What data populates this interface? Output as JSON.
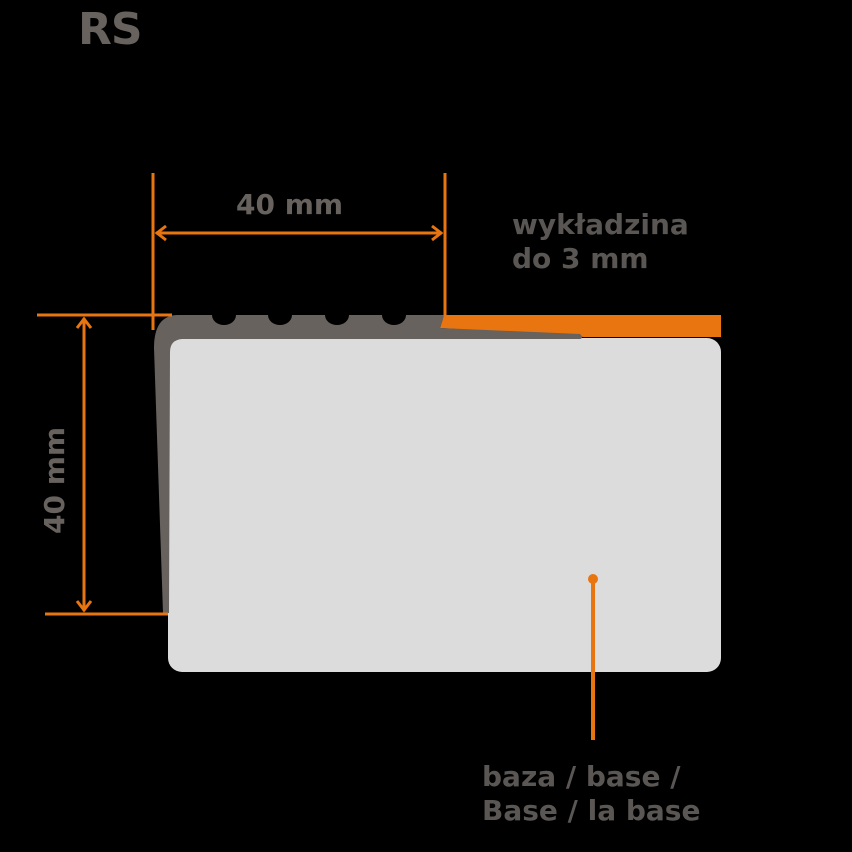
{
  "title": "RS",
  "dimensions": {
    "width_label": "40 mm",
    "height_label": "40 mm"
  },
  "labels": {
    "flooring_line1": "wykładzina",
    "flooring_line2": "do 3 mm",
    "base_line1": "baza / base /",
    "base_line2": "Base / la base"
  },
  "colors": {
    "background": "#000000",
    "profile": "#67625e",
    "base": "#dcdcdc",
    "accent": "#e8750f",
    "text": "#67625e"
  }
}
